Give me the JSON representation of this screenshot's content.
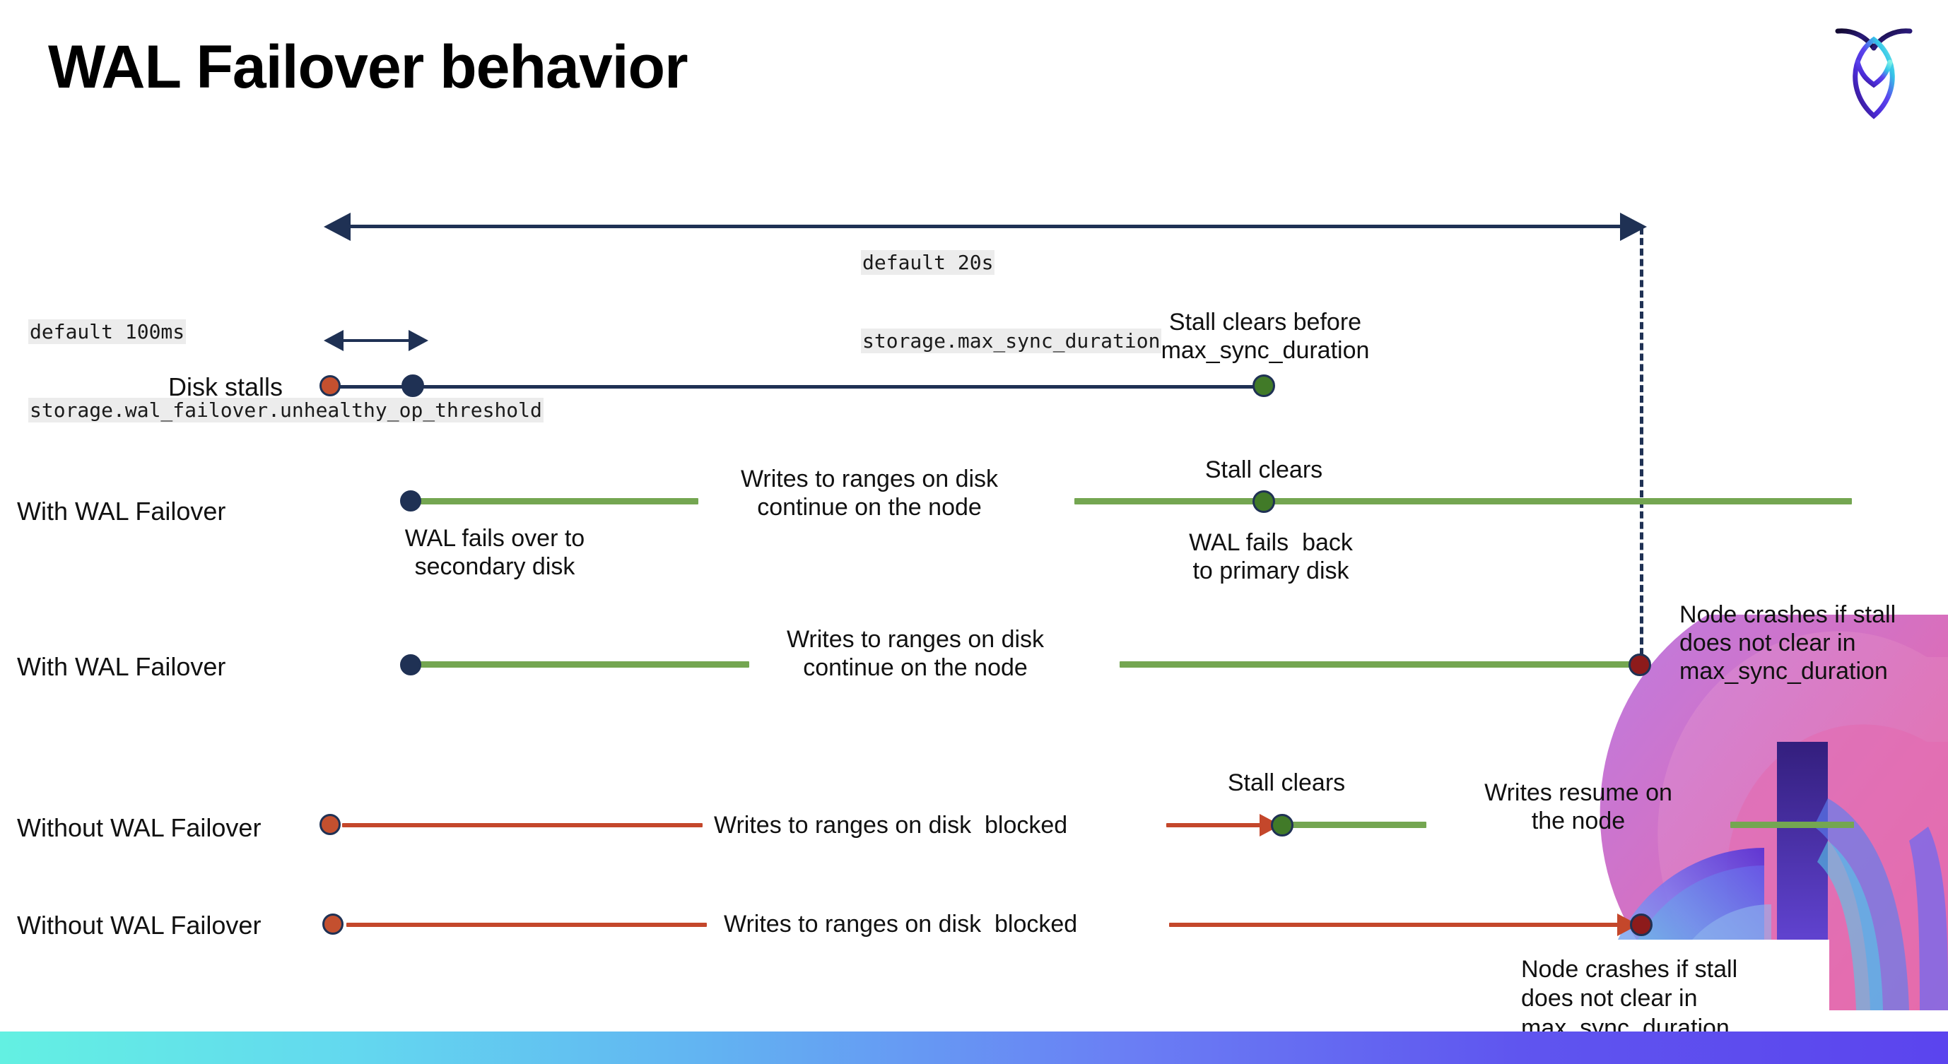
{
  "slide": {
    "title": "WAL Failover behavior",
    "logo_name": "cockroachdb-logo"
  },
  "annotations": {
    "max_sync": {
      "line1": "default 20s",
      "line2": "storage.max_sync_duration"
    },
    "unhealthy_op": {
      "line1": "default 100ms",
      "line2": "storage.wal_failover.unhealthy_op_threshold"
    }
  },
  "rows": {
    "disk_stalls": {
      "label": "Disk stalls",
      "note": "Stall clears before\nmax_sync_duration"
    },
    "with_failover_1": {
      "label": "With WAL Failover",
      "note_below_start": "WAL fails over to\nsecondary disk",
      "note_middle": "Writes to ranges on disk\ncontinue on the node",
      "note_stall_clears": "Stall clears",
      "note_below_mid": "WAL fails  back\nto primary disk"
    },
    "with_failover_2": {
      "label": "With WAL Failover",
      "note_middle": "Writes to ranges on disk\ncontinue on the node",
      "note_crash": "Node crashes if stall\ndoes not clear in\nmax_sync_duration"
    },
    "without_failover_1": {
      "label": "Without WAL Failover",
      "note_blocked": "Writes to ranges on disk  blocked",
      "note_stall_clears": "Stall clears",
      "note_resume": "Writes resume on\nthe node"
    },
    "without_failover_2": {
      "label": "Without WAL Failover",
      "note_blocked": "Writes to ranges on disk  blocked",
      "note_crash": "Node crashes if stall\ndoes not clear in\nmax_sync_duration"
    }
  },
  "colors": {
    "navy": "#1f3154",
    "green_line": "#74a651",
    "green_dot": "#417a28",
    "orange_dot": "#c4502f",
    "red_line": "#c4472b",
    "dark_red_dot": "#8d1b1b",
    "code_bg": "#ececec",
    "bottom_bar_start": "#63f0e2",
    "bottom_bar_end": "#5b44ee"
  }
}
